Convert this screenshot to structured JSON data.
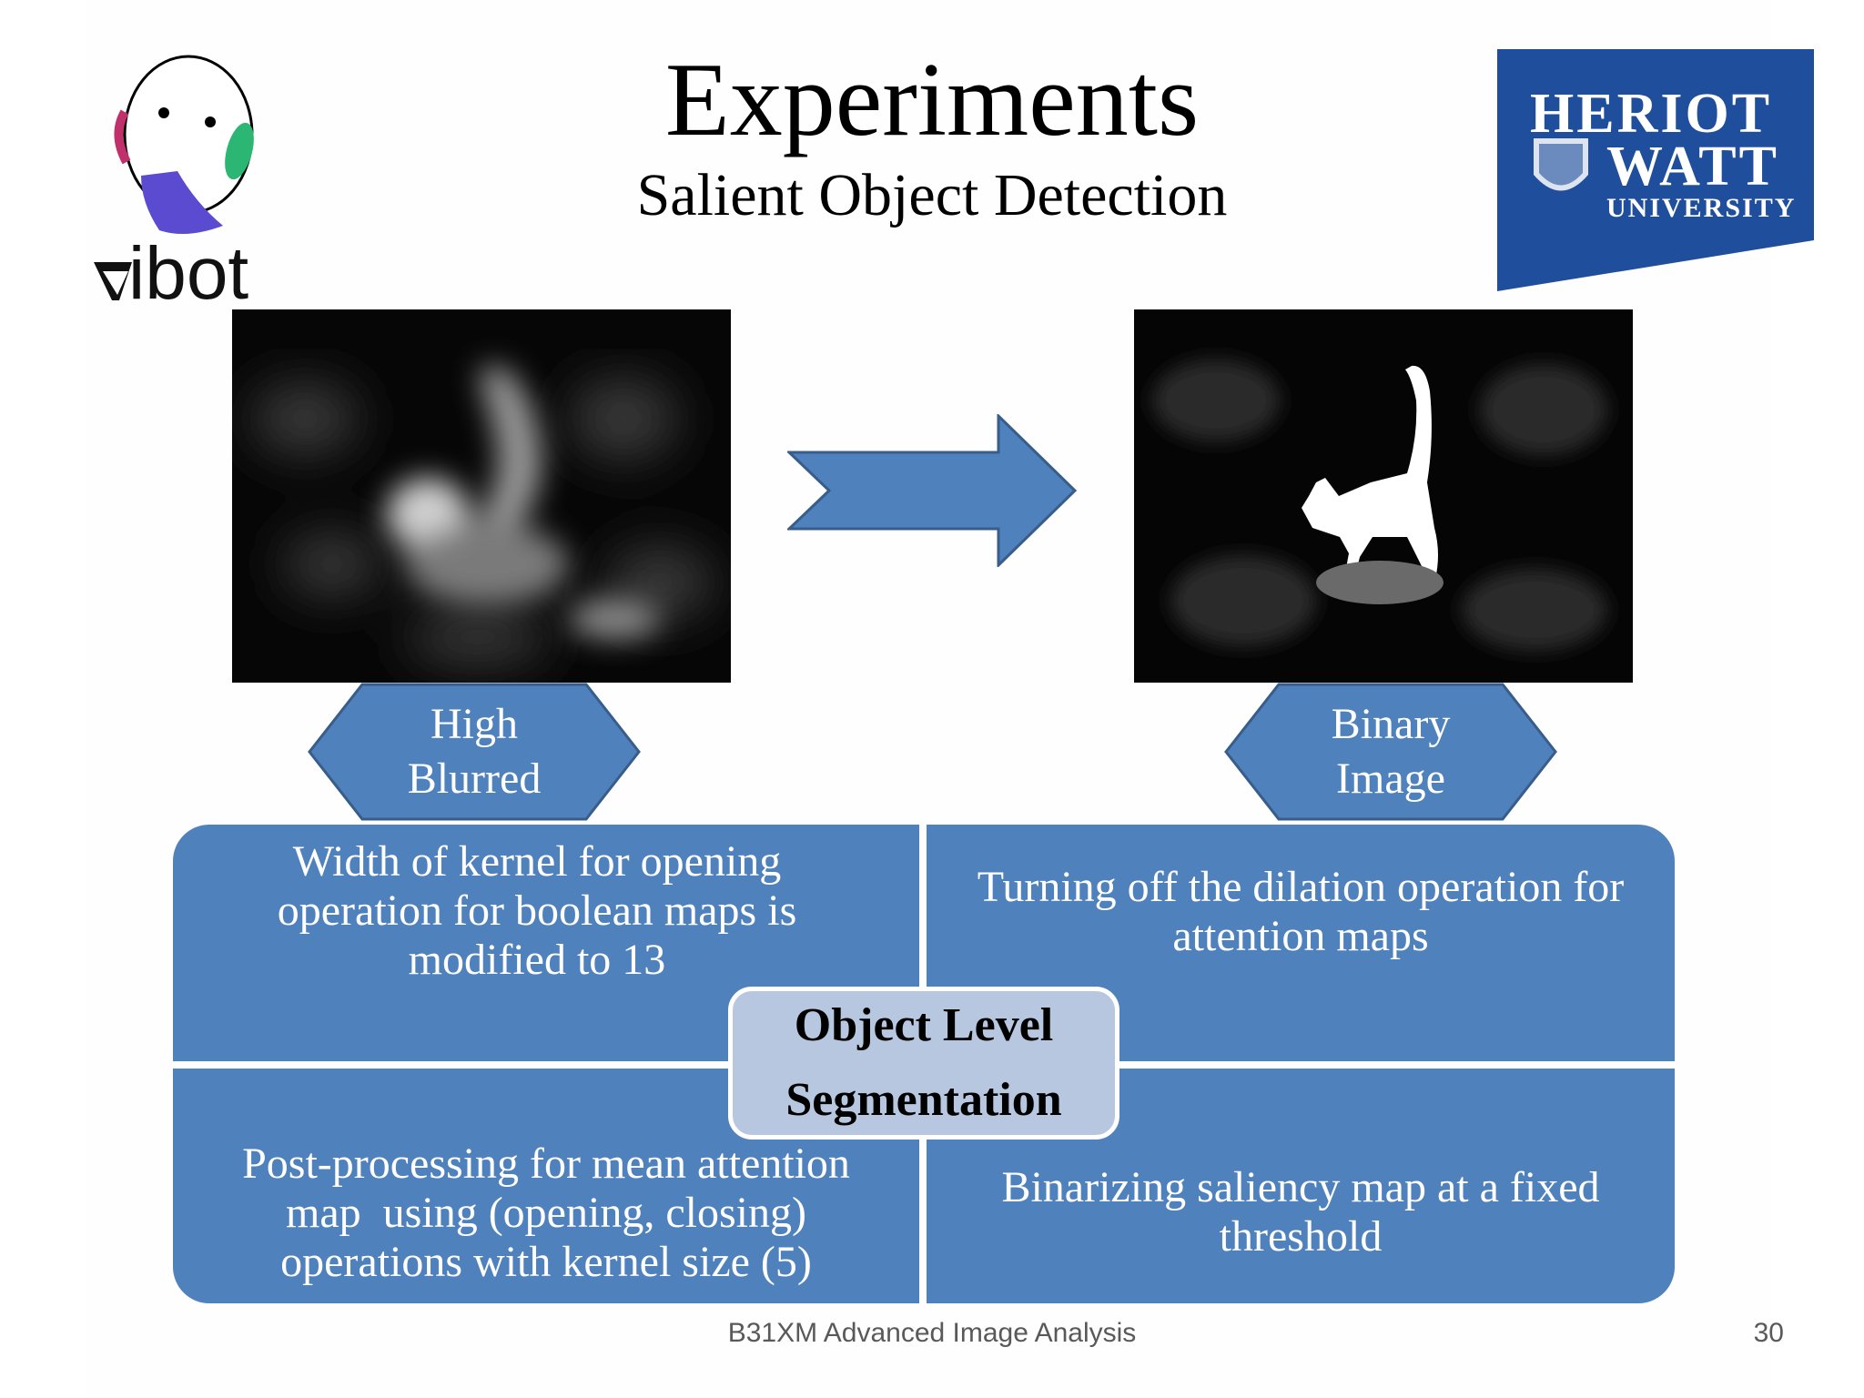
{
  "slide": {
    "title": "Experiments",
    "subtitle": "Salient Object Detection"
  },
  "logos": {
    "left_text": "ibot",
    "right_line1": "HERIOT",
    "right_line2": "WATT",
    "right_line3": "UNIVERSITY"
  },
  "images": {
    "left_label_line1": "High",
    "left_label_line2": "Blurred",
    "right_label_line1": "Binary",
    "right_label_line2": "Image"
  },
  "diagram": {
    "top_left": [
      "Width of kernel for opening",
      "operation for boolean maps is",
      "modified to 13"
    ],
    "top_right": [
      "Turning off the dilation operation for",
      "attention maps"
    ],
    "bottom_left": [
      "Post-processing for mean attention",
      "map  using (opening, closing)",
      "operations with kernel size (5)"
    ],
    "bottom_right": [
      "Binarizing saliency map at a fixed",
      "threshold"
    ],
    "center_line1": "Object Level",
    "center_line2": "Segmentation"
  },
  "footer": {
    "course": "B31XM Advanced Image Analysis",
    "page_number": "30"
  },
  "colors": {
    "panel_blue": "#4f81bd",
    "center_box": "#b8c7e0",
    "hw_blue": "#1f4e9c"
  }
}
